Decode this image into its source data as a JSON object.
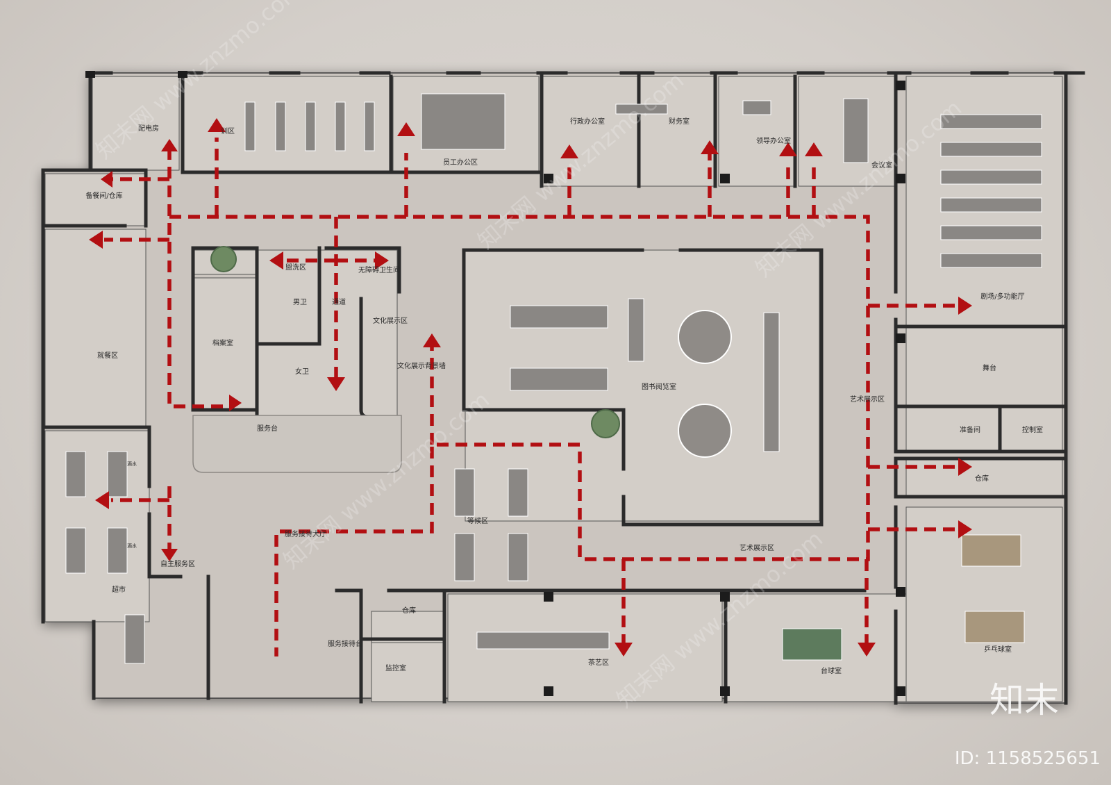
{
  "rooms": {
    "power_room": "配电房",
    "training_area": "训区",
    "staff_office": "员工办公区",
    "admin_office": "行政办公室",
    "finance_room": "财务室",
    "leader_office": "领导办公室",
    "meeting_room": "会议室",
    "pantry_storage": "备餐间/仓库",
    "wash_area": "盥洗区",
    "accessible_wc": "无障碍卫生间",
    "male_wc": "男卫",
    "corridor": "通道",
    "archive_room": "档案室",
    "culture_exhibit": "文化展示区",
    "female_wc": "女卫",
    "culture_wall": "文化展示背景墙",
    "dining_area": "就餐区",
    "service_desk": "服务台",
    "library": "图书阅览室",
    "theater": "剧场/多功能厅",
    "stage": "舞台",
    "art_exhibit_east": "艺术展示区",
    "prep_room": "准备间",
    "control_room": "控制室",
    "warehouse_east": "仓库",
    "waiting_area": "等候区",
    "reception_hall": "服务接待大厅",
    "art_exhibit_south": "艺术展示区",
    "self_service": "自主服务区",
    "supermarket": "超市",
    "warehouse_south": "仓库",
    "reception_desk": "服务接待台",
    "monitor_room": "监控室",
    "tea_area": "茶艺区",
    "billiards_room": "台球室",
    "pingpong_room": "乒乓球室",
    "drink_a": "酒水",
    "drink_b": "酒水"
  },
  "watermark": {
    "brand": "知末",
    "id": "ID: 1158525651",
    "repeat": "知末网 www.znzmo.com"
  },
  "colors": {
    "route": "#b20f12",
    "wall": "#2b2b2b",
    "floor": "#cfc9c3",
    "furniture": "#8a8784"
  }
}
